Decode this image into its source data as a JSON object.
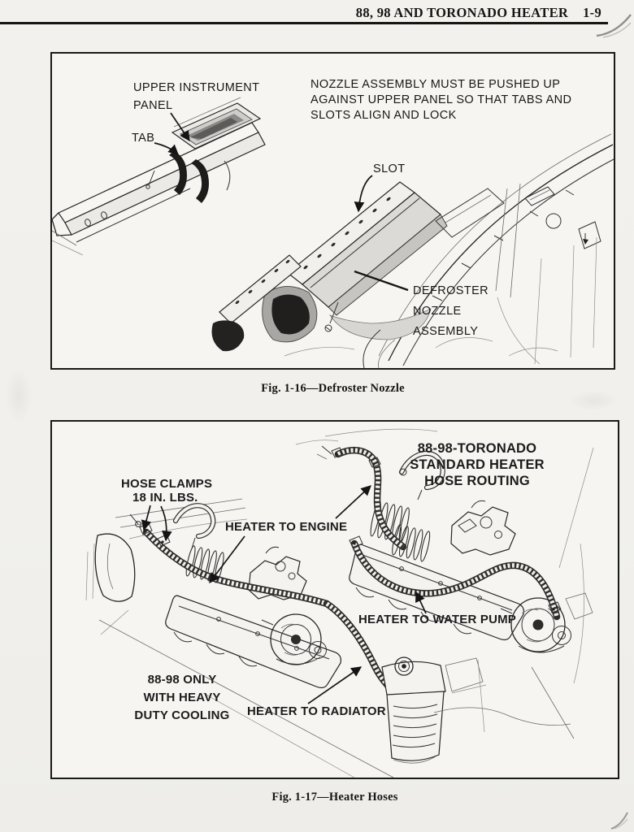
{
  "page": {
    "header_title": "88, 98 AND TORONADO HEATER",
    "page_number": "1-9"
  },
  "figure1": {
    "caption": "Fig. 1-16—Defroster Nozzle",
    "note": [
      "NOZZLE ASSEMBLY MUST BE PUSHED UP",
      "AGAINST UPPER PANEL SO THAT TABS AND",
      "SLOTS ALIGN AND LOCK"
    ],
    "labels": {
      "upper_panel": [
        "UPPER INSTRUMENT",
        "PANEL"
      ],
      "tab": "TAB",
      "slot": "SLOT",
      "defroster": [
        "DEFROSTER",
        "NOZZLE",
        "ASSEMBLY"
      ]
    }
  },
  "figure2": {
    "caption": "Fig. 1-17—Heater Hoses",
    "labels": {
      "routing": [
        "88-98-TORONADO",
        "STANDARD HEATER",
        "HOSE ROUTING"
      ],
      "hose_clamps": [
        "HOSE CLAMPS",
        "18 IN. LBS."
      ],
      "heater_to_engine": "HEATER TO ENGINE",
      "heater_to_water_pump": "HEATER TO WATER PUMP",
      "heavy_duty": [
        "88-98 ONLY",
        "WITH HEAVY",
        "DUTY COOLING"
      ],
      "heater_to_radiator": "HEATER TO RADIATOR"
    }
  }
}
